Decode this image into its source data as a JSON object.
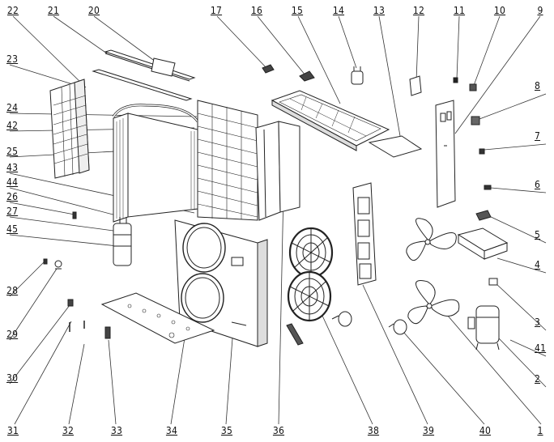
{
  "callouts_top": [
    "22",
    "21",
    "20",
    "17",
    "16",
    "15",
    "14",
    "13",
    "12",
    "11",
    "10",
    "9"
  ],
  "callouts_left": [
    "23",
    "24",
    "42",
    "25",
    "43",
    "44",
    "26",
    "27",
    "45",
    "28",
    "29",
    "30"
  ],
  "callouts_right": [
    "8",
    "7",
    "6",
    "5",
    "4",
    "3",
    "41",
    "2"
  ],
  "callouts_bottom": [
    "31",
    "32",
    "33",
    "34",
    "35",
    "36",
    "38",
    "39",
    "40",
    "1"
  ]
}
